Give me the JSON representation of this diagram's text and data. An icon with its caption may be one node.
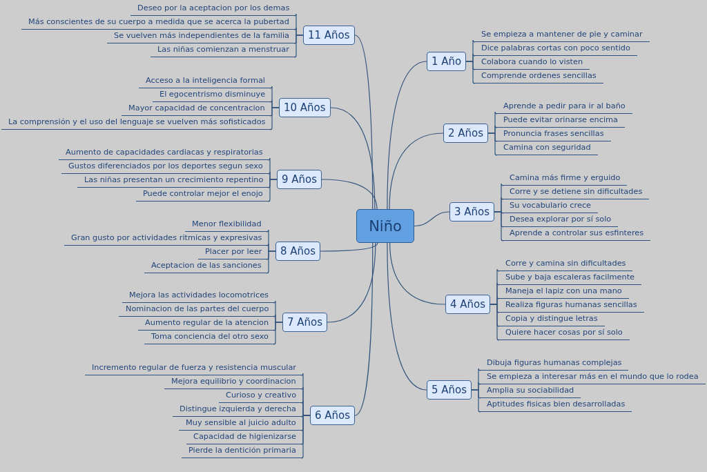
{
  "diagram": {
    "nodes": [
      {
        "text": [
          "Niño"
        ]
      },
      {
        "text": [
          "1 Año"
        ]
      },
      {
        "text": [
          "Se empieza a mantener de pie y caminar"
        ]
      },
      {
        "text": [
          "Dice palabras cortas con poco sentido"
        ]
      },
      {
        "text": [
          "Colabora cuando lo visten"
        ]
      },
      {
        "text": [
          "Comprende ordenes sencillas"
        ]
      },
      {
        "text": [
          "2 Años"
        ]
      },
      {
        "text": [
          "Aprende a pedir para ir al baño"
        ]
      },
      {
        "text": [
          "Puede evitar orinarse encima"
        ]
      },
      {
        "text": [
          "Pronuncia frases sencillas"
        ]
      },
      {
        "text": [
          "Camina con seguridad"
        ]
      },
      {
        "text": [
          "3 Años"
        ]
      },
      {
        "text": [
          "Camina más firme y erguido"
        ]
      },
      {
        "text": [
          "Corre y se detiene sin dificultades"
        ]
      },
      {
        "text": [
          "Su vocabulario crece"
        ]
      },
      {
        "text": [
          "Desea explorar por sí solo"
        ]
      },
      {
        "text": [
          "Aprende a controlar sus esfinteres"
        ]
      },
      {
        "text": [
          "4 Años"
        ]
      },
      {
        "text": [
          "Corre y camina sin dificultades"
        ]
      },
      {
        "text": [
          "Sube y baja escaleras facilmente"
        ]
      },
      {
        "text": [
          "Maneja el lapiz con una mano"
        ]
      },
      {
        "text": [
          "Realiza figuras humanas sencillas"
        ]
      },
      {
        "text": [
          "Copia y distingue letras"
        ]
      },
      {
        "text": [
          "Quiere hacer cosas por sí solo"
        ]
      },
      {
        "text": [
          "5 Años"
        ]
      },
      {
        "text": [
          "Dibuja figuras humanas complejas"
        ]
      },
      {
        "text": [
          "Se empieza a interesar más en el mundo que lo rodea"
        ]
      },
      {
        "text": [
          "Amplia su sociabilidad"
        ]
      },
      {
        "text": [
          "Aptitudes fisicas bien desarrolladas"
        ]
      },
      {
        "text": [
          "6 Años"
        ]
      },
      {
        "text": [
          "Incremento regular de fuerza y resistencia muscular"
        ]
      },
      {
        "text": [
          "Mejora equilibrio y coordinacion"
        ]
      },
      {
        "text": [
          "Curioso y creativo"
        ]
      },
      {
        "text": [
          "Distingue izquierda y derecha"
        ]
      },
      {
        "text": [
          "Muy sensible al juicio adulto"
        ]
      },
      {
        "text": [
          "Capacidad de higienizarse"
        ]
      },
      {
        "text": [
          "Pierde la dentición primaria"
        ]
      },
      {
        "text": [
          "7 Años"
        ]
      },
      {
        "text": [
          "Mejora las actividades locomotrices"
        ]
      },
      {
        "text": [
          "Nominacion de las partes del cuerpo"
        ]
      },
      {
        "text": [
          "Aumento regular de la atencion"
        ]
      },
      {
        "text": [
          "Toma conciencia del otro sexo"
        ]
      },
      {
        "text": [
          "8 Años"
        ]
      },
      {
        "text": [
          "Menor flexibilidad"
        ]
      },
      {
        "text": [
          "Gran gusto por actividades ritmicas y expresivas"
        ]
      },
      {
        "text": [
          "Placer por leer"
        ]
      },
      {
        "text": [
          "Aceptacion de las sanciones"
        ]
      },
      {
        "text": [
          "9 Años"
        ]
      },
      {
        "text": [
          "Aumento de capacidades cardiacas y respiratorias"
        ]
      },
      {
        "text": [
          "Gustos diferenciados por los deportes segun sexo"
        ]
      },
      {
        "text": [
          "Las niñas presentan un crecimiento repentino"
        ]
      },
      {
        "text": [
          "Puede controlar mejor el enojo"
        ]
      },
      {
        "text": [
          "10 Años"
        ]
      },
      {
        "text": [
          "Acceso a la inteligencia formal"
        ]
      },
      {
        "text": [
          "El egocentrismo disminuye"
        ]
      },
      {
        "text": [
          "Mayor capacidad de concentracion"
        ]
      },
      {
        "text": [
          "La comprensión y el uso del lenguaje se vuelven más sofisticados"
        ]
      },
      {
        "text": [
          "11 Años"
        ]
      },
      {
        "text": [
          "Deseo por la aceptacion por los demas"
        ]
      },
      {
        "text": [
          "Más conscientes de su cuerpo a medida que se acerca la pubertad"
        ]
      },
      {
        "text": [
          "Se vuelven más independientes de la familia"
        ]
      },
      {
        "text": [
          "Las niñas comienzan a menstruar"
        ]
      }
    ],
    "edges": [
      {
        "from": 0,
        "to": 1,
        "arrow": "none"
      },
      {
        "from": 1,
        "to": 2,
        "arrow": "none"
      },
      {
        "from": 1,
        "to": 3,
        "arrow": "none"
      },
      {
        "from": 1,
        "to": 4,
        "arrow": "none"
      },
      {
        "from": 1,
        "to": 5,
        "arrow": "none"
      },
      {
        "from": 0,
        "to": 6,
        "arrow": "none"
      },
      {
        "from": 6,
        "to": 7,
        "arrow": "none"
      },
      {
        "from": 6,
        "to": 8,
        "arrow": "none"
      },
      {
        "from": 6,
        "to": 9,
        "arrow": "none"
      },
      {
        "from": 6,
        "to": 10,
        "arrow": "none"
      },
      {
        "from": 0,
        "to": 11,
        "arrow": "none"
      },
      {
        "from": 11,
        "to": 12,
        "arrow": "none"
      },
      {
        "from": 11,
        "to": 13,
        "arrow": "none"
      },
      {
        "from": 11,
        "to": 14,
        "arrow": "none"
      },
      {
        "from": 11,
        "to": 15,
        "arrow": "none"
      },
      {
        "from": 11,
        "to": 16,
        "arrow": "none"
      },
      {
        "from": 0,
        "to": 17,
        "arrow": "none"
      },
      {
        "from": 17,
        "to": 18,
        "arrow": "none"
      },
      {
        "from": 17,
        "to": 19,
        "arrow": "none"
      },
      {
        "from": 17,
        "to": 20,
        "arrow": "none"
      },
      {
        "from": 17,
        "to": 21,
        "arrow": "none"
      },
      {
        "from": 17,
        "to": 22,
        "arrow": "none"
      },
      {
        "from": 17,
        "to": 23,
        "arrow": "none"
      },
      {
        "from": 0,
        "to": 24,
        "arrow": "none"
      },
      {
        "from": 24,
        "to": 25,
        "arrow": "none"
      },
      {
        "from": 24,
        "to": 26,
        "arrow": "none"
      },
      {
        "from": 24,
        "to": 27,
        "arrow": "none"
      },
      {
        "from": 24,
        "to": 28,
        "arrow": "none"
      },
      {
        "from": 0,
        "to": 29,
        "arrow": "none"
      },
      {
        "from": 29,
        "to": 30,
        "arrow": "none"
      },
      {
        "from": 29,
        "to": 31,
        "arrow": "none"
      },
      {
        "from": 29,
        "to": 32,
        "arrow": "none"
      },
      {
        "from": 29,
        "to": 33,
        "arrow": "none"
      },
      {
        "from": 29,
        "to": 34,
        "arrow": "none"
      },
      {
        "from": 29,
        "to": 35,
        "arrow": "none"
      },
      {
        "from": 29,
        "to": 36,
        "arrow": "none"
      },
      {
        "from": 0,
        "to": 37,
        "arrow": "none"
      },
      {
        "from": 37,
        "to": 38,
        "arrow": "none"
      },
      {
        "from": 37,
        "to": 39,
        "arrow": "none"
      },
      {
        "from": 37,
        "to": 40,
        "arrow": "none"
      },
      {
        "from": 37,
        "to": 41,
        "arrow": "none"
      },
      {
        "from": 0,
        "to": 42,
        "arrow": "none"
      },
      {
        "from": 42,
        "to": 43,
        "arrow": "none"
      },
      {
        "from": 42,
        "to": 44,
        "arrow": "none"
      },
      {
        "from": 42,
        "to": 45,
        "arrow": "none"
      },
      {
        "from": 42,
        "to": 46,
        "arrow": "none"
      },
      {
        "from": 0,
        "to": 47,
        "arrow": "none"
      },
      {
        "from": 47,
        "to": 48,
        "arrow": "none"
      },
      {
        "from": 47,
        "to": 49,
        "arrow": "none"
      },
      {
        "from": 47,
        "to": 50,
        "arrow": "none"
      },
      {
        "from": 47,
        "to": 51,
        "arrow": "none"
      },
      {
        "from": 0,
        "to": 52,
        "arrow": "none"
      },
      {
        "from": 52,
        "to": 53,
        "arrow": "none"
      },
      {
        "from": 52,
        "to": 54,
        "arrow": "none"
      },
      {
        "from": 52,
        "to": 55,
        "arrow": "none"
      },
      {
        "from": 52,
        "to": 56,
        "arrow": "none"
      },
      {
        "from": 0,
        "to": 57,
        "arrow": "none"
      },
      {
        "from": 57,
        "to": 58,
        "arrow": "none"
      },
      {
        "from": 57,
        "to": 59,
        "arrow": "none"
      },
      {
        "from": 57,
        "to": 60,
        "arrow": "none"
      },
      {
        "from": 57,
        "to": 61,
        "arrow": "none"
      }
    ]
  }
}
